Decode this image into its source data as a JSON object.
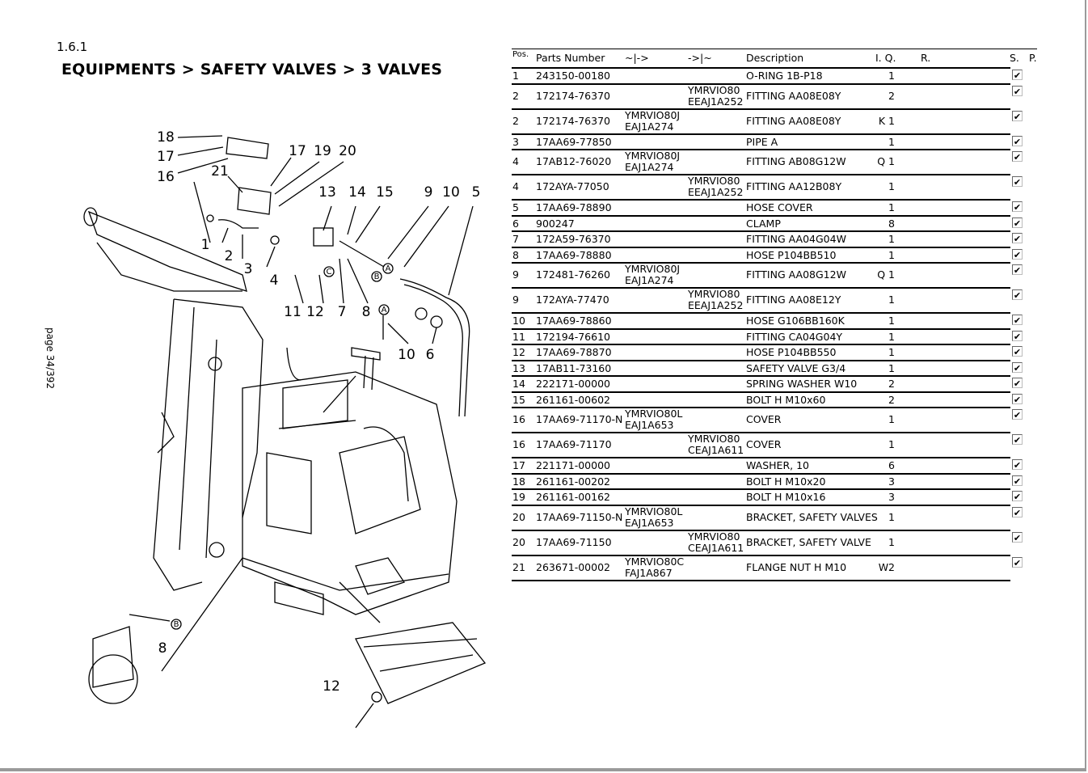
{
  "section": "1.6.1",
  "title": "EQUIPMENTS > SAFETY VALVES > 3 VALVES",
  "page_label": "page 34/392",
  "headers": {
    "pos": "Pos.",
    "part": "Parts Number",
    "from": "~|->",
    "to": "->|~",
    "desc": "Description",
    "iq": "I. Q.",
    "r": "R.",
    "s": "S.",
    "p": "P."
  },
  "rows": [
    {
      "pos": "1",
      "part": "243150-00180",
      "from": "",
      "to": "",
      "desc": "O-RING 1B-P18",
      "iq": "1"
    },
    {
      "pos": "2",
      "part": "172174-76370",
      "from": "",
      "to": "YMRVIO80\nEEAJ1A252",
      "desc": "FITTING AA08E08Y",
      "iq": "2"
    },
    {
      "pos": "2",
      "part": "172174-76370",
      "from": "YMRVIO80J\nEAJ1A274",
      "to": "",
      "desc": "FITTING AA08E08Y",
      "iq": "K 1"
    },
    {
      "pos": "3",
      "part": "17AA69-77850",
      "from": "",
      "to": "",
      "desc": "PIPE A",
      "iq": "1"
    },
    {
      "pos": "4",
      "part": "17AB12-76020",
      "from": "YMRVIO80J\nEAJ1A274",
      "to": "",
      "desc": "FITTING AB08G12W",
      "iq": "Q 1"
    },
    {
      "pos": "4",
      "part": "172AYA-77050",
      "from": "",
      "to": "YMRVIO80\nEEAJ1A252",
      "desc": "FITTING AA12B08Y",
      "iq": "1"
    },
    {
      "pos": "5",
      "part": "17AA69-78890",
      "from": "",
      "to": "",
      "desc": "HOSE COVER",
      "iq": "1"
    },
    {
      "pos": "6",
      "part": "900247",
      "from": "",
      "to": "",
      "desc": "CLAMP",
      "iq": "8"
    },
    {
      "pos": "7",
      "part": "172A59-76370",
      "from": "",
      "to": "",
      "desc": "FITTING AA04G04W",
      "iq": "1"
    },
    {
      "pos": "8",
      "part": "17AA69-78880",
      "from": "",
      "to": "",
      "desc": "HOSE P104BB510",
      "iq": "1"
    },
    {
      "pos": "9",
      "part": "172481-76260",
      "from": "YMRVIO80J\nEAJ1A274",
      "to": "",
      "desc": "FITTING AA08G12W",
      "iq": "Q 1"
    },
    {
      "pos": "9",
      "part": "172AYA-77470",
      "from": "",
      "to": "YMRVIO80\nEEAJ1A252",
      "desc": "FITTING AA08E12Y",
      "iq": "1"
    },
    {
      "pos": "10",
      "part": "17AA69-78860",
      "from": "",
      "to": "",
      "desc": "HOSE G106BB160K",
      "iq": "1"
    },
    {
      "pos": "11",
      "part": "172194-76610",
      "from": "",
      "to": "",
      "desc": "FITTING CA04G04Y",
      "iq": "1"
    },
    {
      "pos": "12",
      "part": "17AA69-78870",
      "from": "",
      "to": "",
      "desc": "HOSE P104BB550",
      "iq": "1"
    },
    {
      "pos": "13",
      "part": "17AB11-73160",
      "from": "",
      "to": "",
      "desc": "SAFETY VALVE G3/4",
      "iq": "1"
    },
    {
      "pos": "14",
      "part": "222171-00000",
      "from": "",
      "to": "",
      "desc": "SPRING WASHER W10",
      "iq": "2"
    },
    {
      "pos": "15",
      "part": "261161-00602",
      "from": "",
      "to": "",
      "desc": "BOLT H M10x60",
      "iq": "2"
    },
    {
      "pos": "16",
      "part": "17AA69-71170-N",
      "from": "YMRVIO80L\nEAJ1A653",
      "to": "",
      "desc": "COVER",
      "iq": "1"
    },
    {
      "pos": "16",
      "part": "17AA69-71170",
      "from": "",
      "to": "YMRVIO80\nCEAJ1A611",
      "desc": "COVER",
      "iq": "1"
    },
    {
      "pos": "17",
      "part": "221171-00000",
      "from": "",
      "to": "",
      "desc": "WASHER, 10",
      "iq": "6"
    },
    {
      "pos": "18",
      "part": "261161-00202",
      "from": "",
      "to": "",
      "desc": "BOLT H M10x20",
      "iq": "3"
    },
    {
      "pos": "19",
      "part": "261161-00162",
      "from": "",
      "to": "",
      "desc": "BOLT H M10x16",
      "iq": "3"
    },
    {
      "pos": "20",
      "part": "17AA69-71150-N",
      "from": "YMRVIO80L\nEAJ1A653",
      "to": "",
      "desc": "BRACKET, SAFETY VALVES",
      "iq": "1"
    },
    {
      "pos": "20",
      "part": "17AA69-71150",
      "from": "",
      "to": "YMRVIO80\nCEAJ1A611",
      "desc": "BRACKET, SAFETY VALVE",
      "iq": "1"
    },
    {
      "pos": "21",
      "part": "263671-00002",
      "from": "YMRVIO80C\nFAJ1A867",
      "to": "",
      "desc": "FLANGE NUT H M10",
      "iq": "W2"
    }
  ],
  "checkbox_mark": "✔",
  "callouts": [
    "18",
    "17",
    "16",
    "21",
    "17",
    "19",
    "20",
    "13",
    "14",
    "15",
    "9",
    "10",
    "5",
    "1",
    "2",
    "3",
    "4",
    "11",
    "12",
    "7",
    "8",
    "10",
    "6",
    "8",
    "12"
  ],
  "markers": [
    "A",
    "B",
    "C"
  ]
}
